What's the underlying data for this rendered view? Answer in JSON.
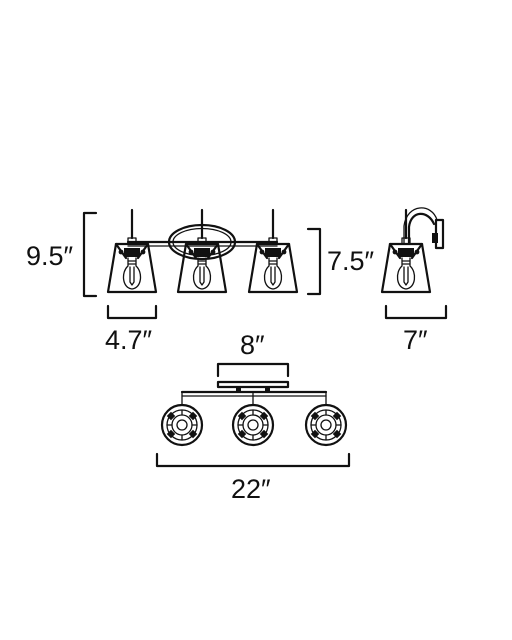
{
  "dimensions": {
    "height_overall": "9.5″",
    "height_shade": "7.5″",
    "shade_width": "4.7″",
    "extension": "7″",
    "backplate_width": "8″",
    "overall_width": "22″"
  },
  "colors": {
    "line": "#111111",
    "background": "#ffffff"
  }
}
